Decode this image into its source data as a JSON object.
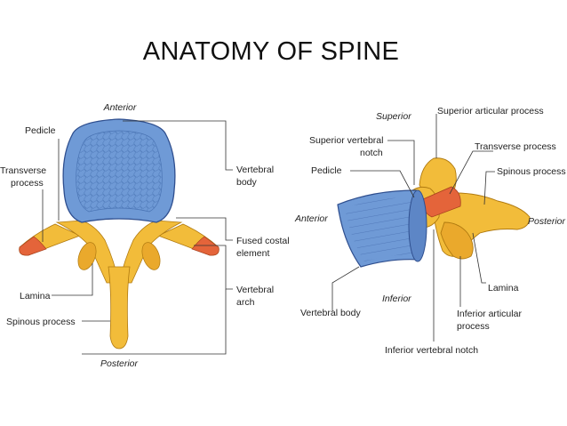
{
  "slide": {
    "title": "ANATOMY OF SPINE"
  },
  "colors": {
    "body_fill": "#6f9ad6",
    "body_edge": "#2f4f8f",
    "arch_fill": "#f2bc3a",
    "arch_edge": "#b07a10",
    "costal_fill": "#e4643a",
    "leader": "#333333"
  },
  "superior_view": {
    "orientation": {
      "anterior": "Anterior",
      "posterior": "Posterior"
    },
    "labels": {
      "pedicle": "Pedicle",
      "transverse_process": [
        "Transverse",
        "process"
      ],
      "lamina": "Lamina",
      "spinous_process": "Spinous process",
      "vertebral_body": [
        "Vertebral",
        "body"
      ],
      "fused_costal_element": [
        "Fused costal",
        "element"
      ],
      "vertebral_arch": [
        "Vertebral",
        "arch"
      ]
    }
  },
  "lateral_view": {
    "orientation": {
      "superior": "Superior",
      "inferior": "Inferior",
      "anterior": "Anterior",
      "posterior": "Posterior"
    },
    "labels": {
      "superior_articular_process": "Superior articular process",
      "superior_vertebral_notch": [
        "Superior vertebral",
        "notch"
      ],
      "transverse_process": "Transverse process",
      "pedicle": "Pedicle",
      "spinous_process": "Spinous process",
      "lamina": "Lamina",
      "vertebral_body": "Vertebral body",
      "inferior_articular_process": [
        "Inferior articular",
        "process"
      ],
      "inferior_vertebral_notch": "Inferior vertebral notch"
    }
  }
}
